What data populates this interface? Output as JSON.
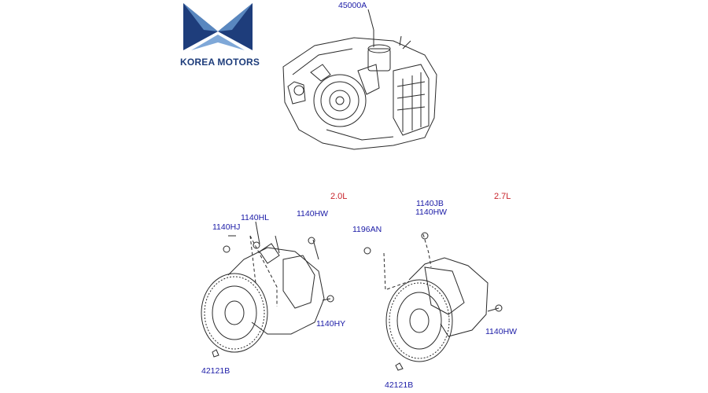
{
  "brand": {
    "name": "KOREA MOTORS",
    "colors": {
      "primary": "#1e3d7b",
      "light": "#5f8fc7",
      "label": "#1a1aa6",
      "engine": "#c8242b"
    }
  },
  "diagram": {
    "main_part": "45000A",
    "variants": [
      {
        "engine": "2.0L",
        "labels": [
          "1140HJ",
          "1140HL",
          "1140HW",
          "1140HY",
          "42121B"
        ]
      },
      {
        "engine": "2.7L",
        "labels": [
          "1196AN",
          "1140JB",
          "1140HW",
          "1140HW",
          "42121B"
        ]
      }
    ]
  }
}
